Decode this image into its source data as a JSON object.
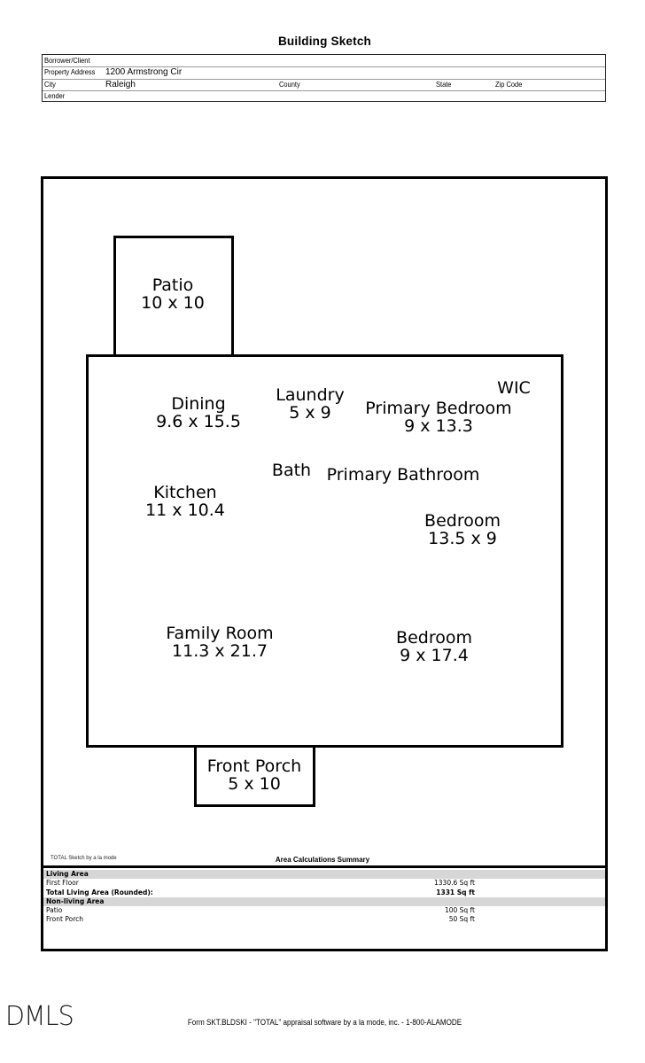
{
  "document": {
    "title": "Building Sketch",
    "header_fields": {
      "borrower_label": "Borrower/Client",
      "borrower_value": "",
      "address_label": "Property Address",
      "address_value": "1200 Armstrong Cir",
      "city_label": "City",
      "city_value": "Raleigh",
      "county_label": "County",
      "county_value": "",
      "state_label": "State",
      "state_value": "",
      "zip_label": "Zip Code",
      "zip_value": "",
      "lender_label": "Lender",
      "lender_value": ""
    }
  },
  "sketch": {
    "rooms": [
      {
        "name": "Patio",
        "dims": "10 x 10"
      },
      {
        "name": "Dining",
        "dims": "9.6 x 15.5"
      },
      {
        "name": "Laundry",
        "dims": "5 x 9"
      },
      {
        "name": "WIC",
        "dims": ""
      },
      {
        "name": "Primary Bedroom",
        "dims": "9 x 13.3"
      },
      {
        "name": "Bath",
        "dims": ""
      },
      {
        "name": "Primary Bathroom",
        "dims": ""
      },
      {
        "name": "Kitchen",
        "dims": "11 x 10.4"
      },
      {
        "name": "Bedroom",
        "dims": "13.5 x 9"
      },
      {
        "name": "Family Room",
        "dims": "11.3 x 21.7"
      },
      {
        "name": "Bedroom",
        "dims": "9 x 17.4"
      },
      {
        "name": "Front Porch",
        "dims": "5 x 10"
      }
    ]
  },
  "summary": {
    "credit": "TOTAL Sketch by a la mode",
    "title": "Area Calculations Summary",
    "living_header": "Living Area",
    "first_floor_label": "First Floor",
    "first_floor_value": "1330.6 Sq ft",
    "total_label": "Total Living Area (Rounded):",
    "total_value": "1331 Sq ft",
    "nonliving_header": "Non-living Area",
    "patio_label": "Patio",
    "patio_value": "100 Sq ft",
    "porch_label": "Front Porch",
    "porch_value": "50 Sq ft"
  },
  "footer": {
    "logo": "DMLS",
    "form_text": "Form SKT.BLDSKI - \"TOTAL\" appraisal software by a la mode, inc. - 1-800-ALAMODE"
  }
}
